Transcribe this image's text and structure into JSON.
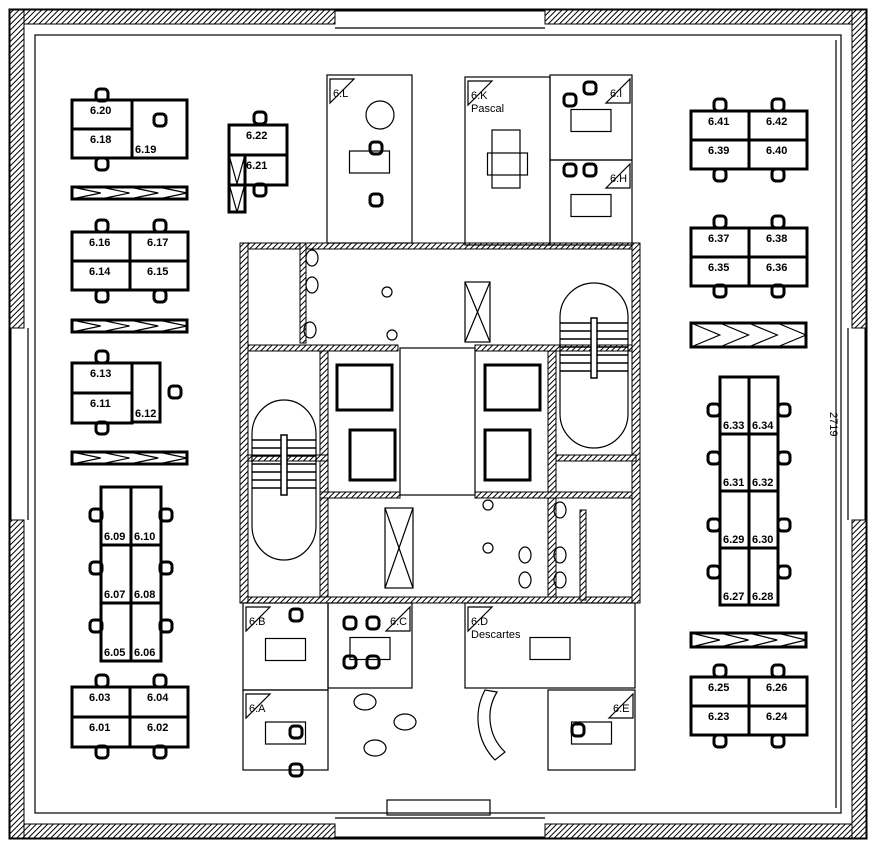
{
  "plan": {
    "dimension_label": "2719",
    "rooms": [
      {
        "id": "6.L",
        "name": ""
      },
      {
        "id": "6.K",
        "name": "Pascal"
      },
      {
        "id": "6.I",
        "name": ""
      },
      {
        "id": "6.H",
        "name": ""
      },
      {
        "id": "6.B",
        "name": ""
      },
      {
        "id": "6.C",
        "name": ""
      },
      {
        "id": "6.A",
        "name": ""
      },
      {
        "id": "6.D",
        "name": "Descartes"
      },
      {
        "id": "6.E",
        "name": ""
      }
    ],
    "desks": [
      "6.20",
      "6.18",
      "6.19",
      "6.22",
      "6.21",
      "6.16",
      "6.17",
      "6.14",
      "6.15",
      "6.13",
      "6.11",
      "6.12",
      "6.09",
      "6.10",
      "6.07",
      "6.08",
      "6.05",
      "6.06",
      "6.03",
      "6.04",
      "6.01",
      "6.02",
      "6.41",
      "6.42",
      "6.39",
      "6.40",
      "6.37",
      "6.38",
      "6.35",
      "6.36",
      "6.33",
      "6.34",
      "6.31",
      "6.32",
      "6.29",
      "6.30",
      "6.27",
      "6.28",
      "6.25",
      "6.26",
      "6.23",
      "6.24"
    ]
  },
  "colors": {
    "line": "#000000",
    "background": "#ffffff"
  }
}
